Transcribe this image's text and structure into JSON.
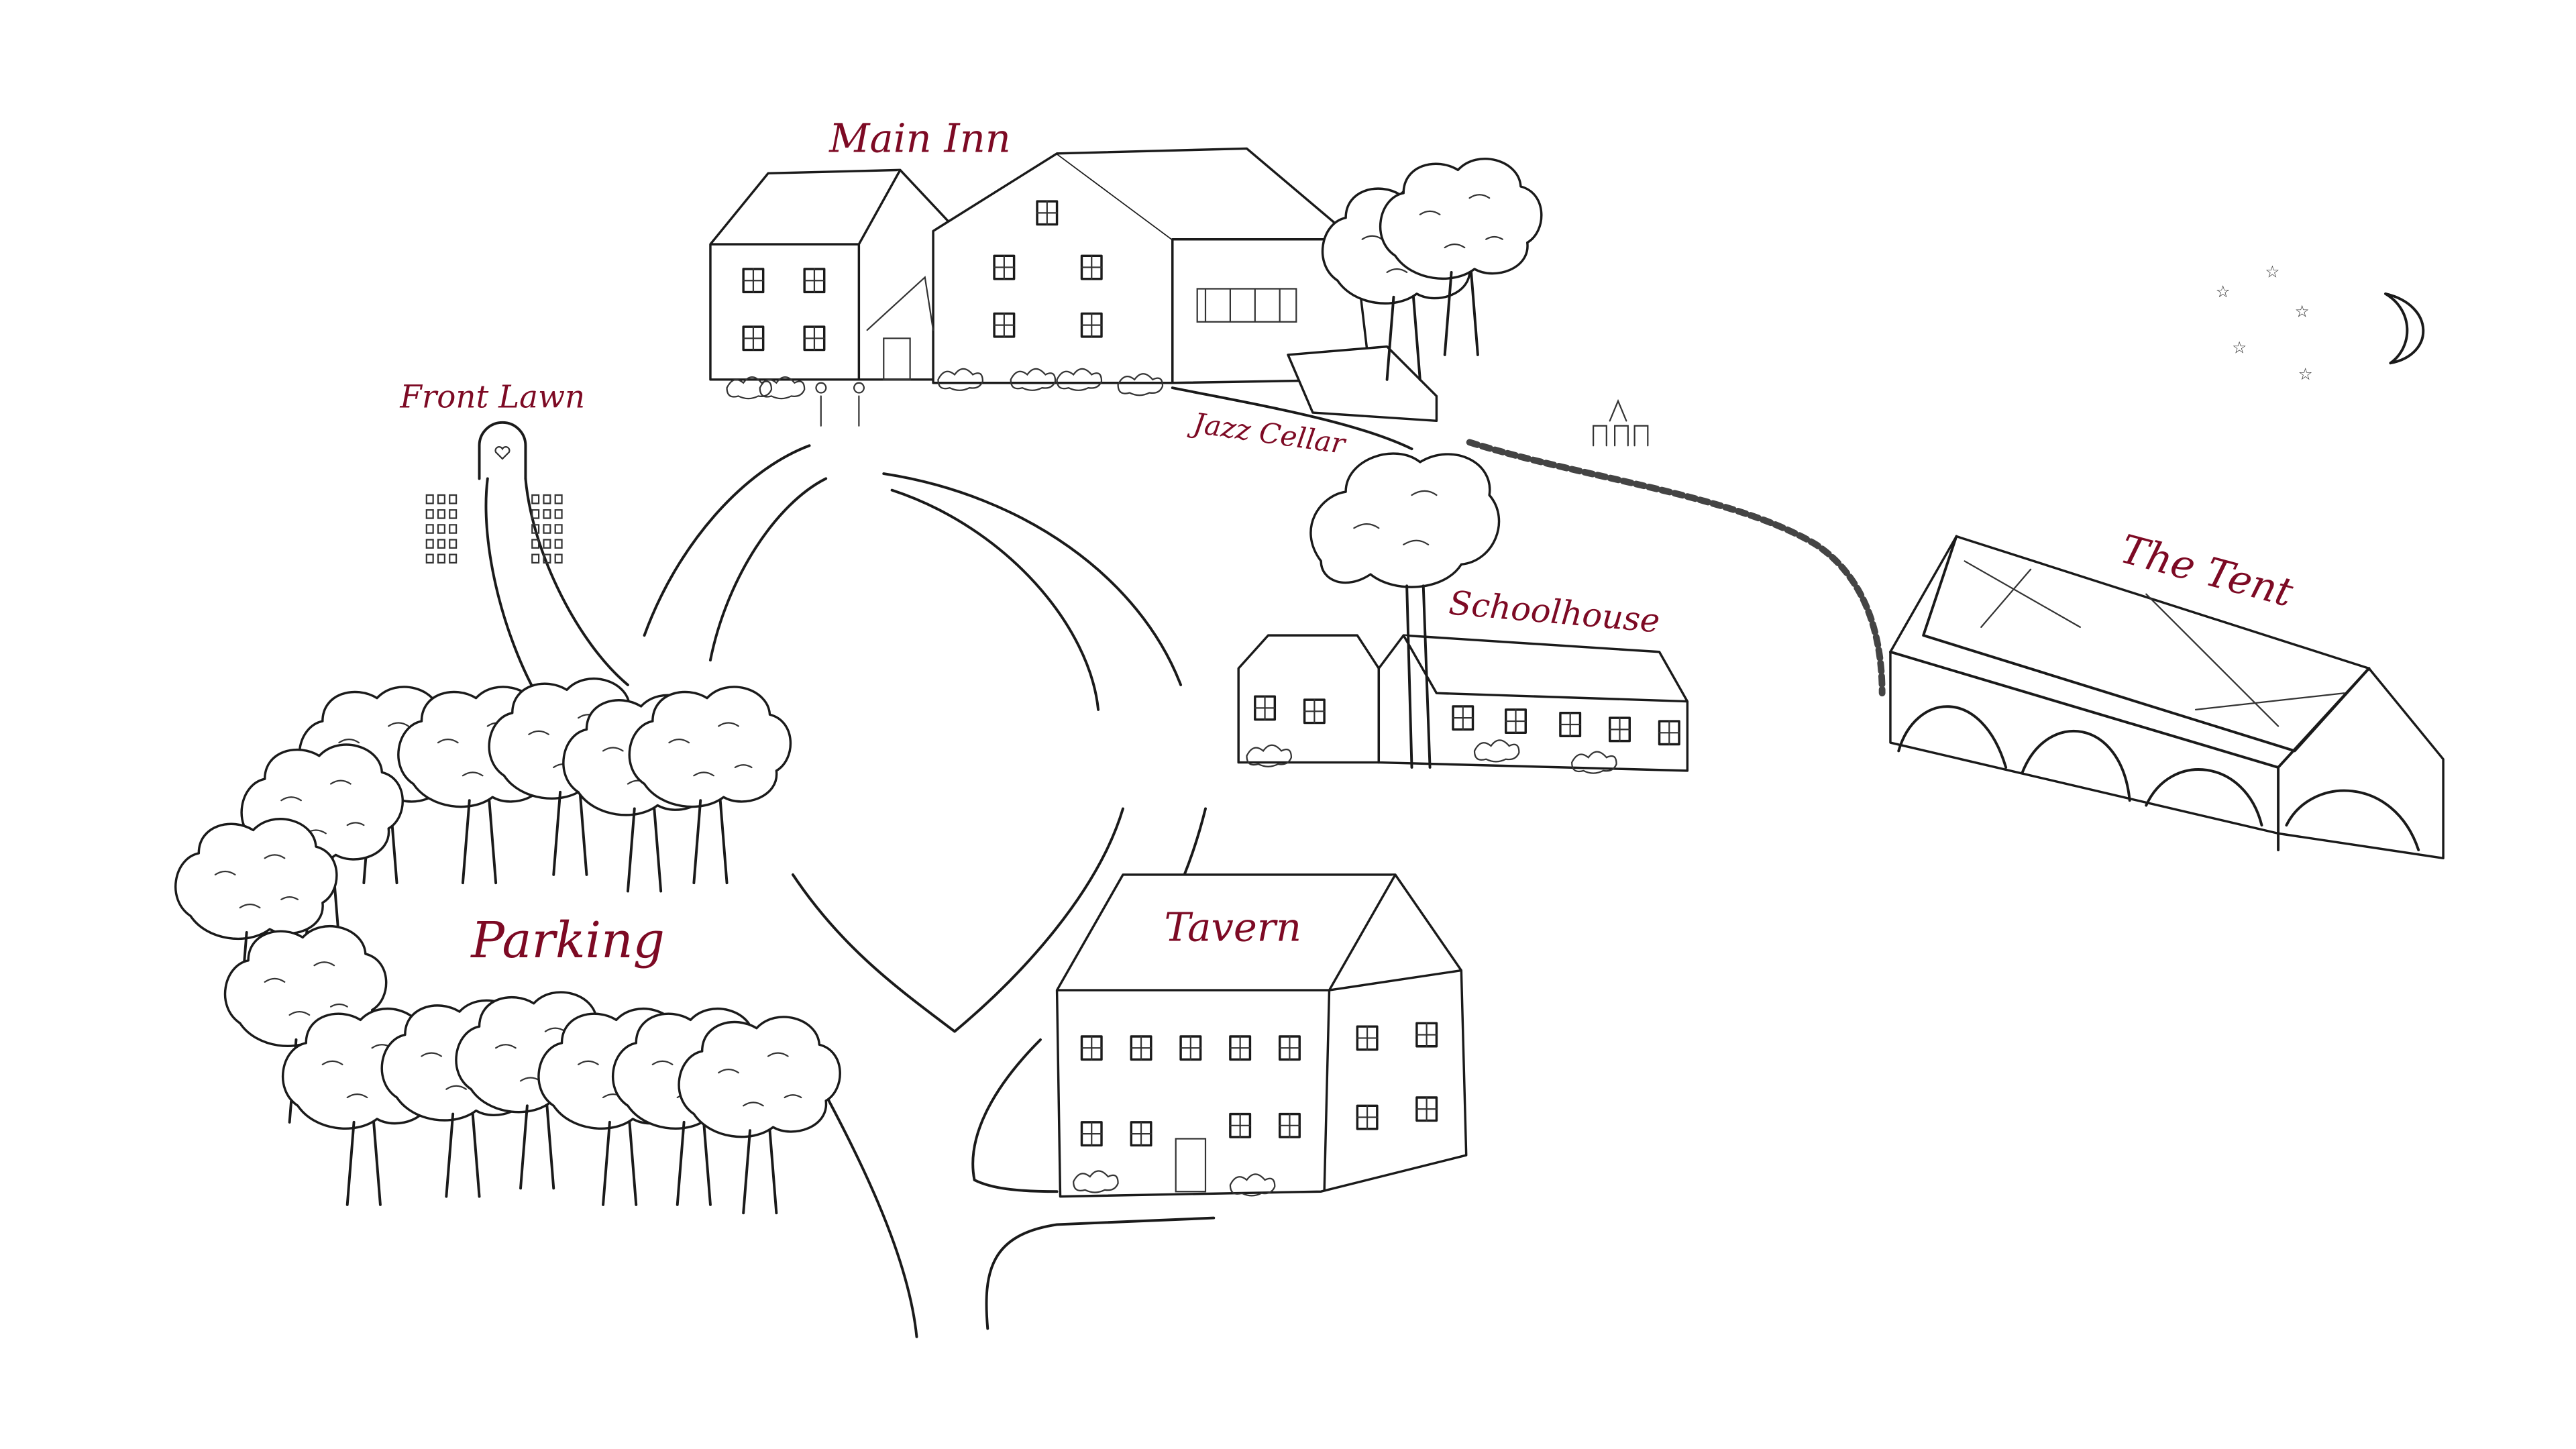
{
  "map": {
    "labels": {
      "main_inn": "Main Inn",
      "front_lawn": "Front Lawn",
      "jazz_cellar": "Jazz Cellar",
      "schoolhouse": "Schoolhouse",
      "the_tent": "The Tent",
      "parking": "Parking",
      "tavern": "Tavern"
    },
    "colors": {
      "label": "#7d0a24",
      "ink": "#1a1a1a",
      "background": "#ffffff"
    }
  }
}
